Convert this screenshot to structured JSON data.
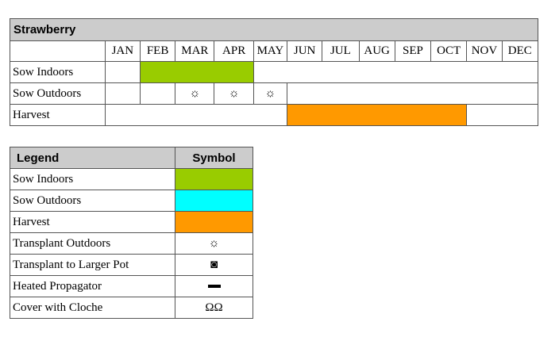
{
  "calendar": {
    "title": "Strawberry",
    "months": [
      "JAN",
      "FEB",
      "MAR",
      "APR",
      "MAY",
      "JUN",
      "JUL",
      "AUG",
      "SEP",
      "OCT",
      "NOV",
      "DEC"
    ],
    "rows": [
      {
        "label": "Sow Indoors",
        "color": "#99cc00",
        "months": [
          "FEB",
          "MAR",
          "APR"
        ]
      },
      {
        "label": "Sow Outdoors",
        "symbol": "☼",
        "symbol_name": "sun-icon",
        "months": [
          "MAR",
          "APR",
          "MAY"
        ]
      },
      {
        "label": "Harvest",
        "color": "#ff9900",
        "months": [
          "JUN",
          "JUL",
          "AUG",
          "SEP",
          "OCT"
        ]
      }
    ]
  },
  "legend": {
    "header": {
      "name": "Legend",
      "symbol": "Symbol"
    },
    "items": [
      {
        "label": "Sow Indoors",
        "color": "#99cc00"
      },
      {
        "label": "Sow Outdoors",
        "color": "#00ffff"
      },
      {
        "label": "Harvest",
        "color": "#ff9900"
      },
      {
        "label": "Transplant Outdoors",
        "symbol": "☼",
        "symbol_name": "sun-icon"
      },
      {
        "label": "Transplant to Larger Pot",
        "symbol": "◙",
        "symbol_name": "pot-icon"
      },
      {
        "label": "Heated Propagator",
        "symbol_name": "dash-icon"
      },
      {
        "label": "Cover with Cloche",
        "symbol": "ΩΩ",
        "symbol_name": "cloche-icon"
      }
    ]
  }
}
